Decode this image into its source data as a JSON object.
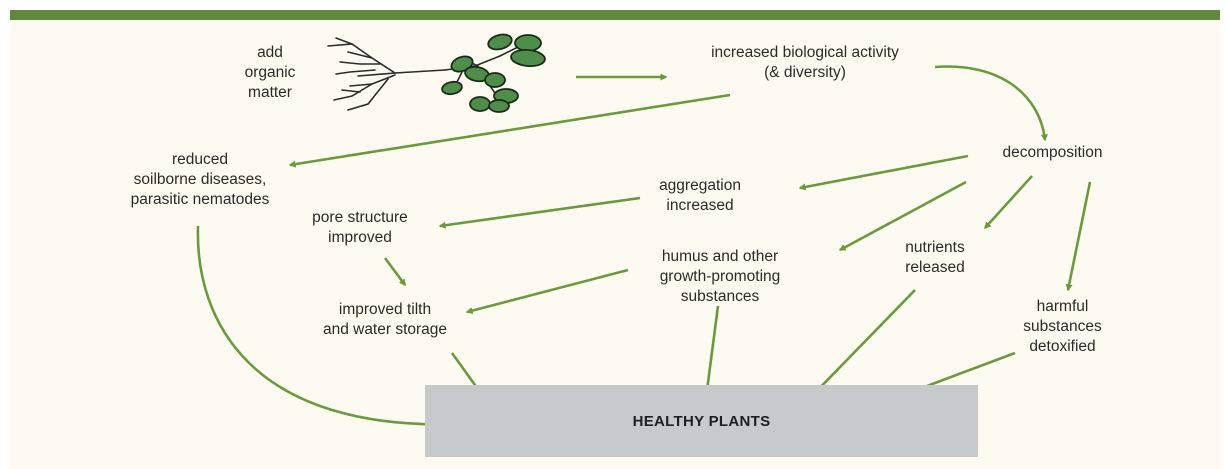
{
  "colors": {
    "arrow": "#6a9a3e",
    "leaf_fill": "#4e8d4a",
    "leaf_stroke": "#1a2a18",
    "root": "#2b2b2b",
    "box": "#c6cacb",
    "bar": "#5f8a3e"
  },
  "icons": {
    "plant": "organic-matter-plant-icon"
  },
  "nodes": {
    "add_organic": "add\norganic\nmatter",
    "increased_activity": "increased biological activity\n(& diversity)",
    "decomposition": "decomposition",
    "reduced_diseases": "reduced\nsoilborne  diseases,\nparasitic nematodes",
    "aggregation": "aggregation\nincreased",
    "pore_structure": "pore structure\nimproved",
    "humus": "humus and other\ngrowth-promoting\nsubstances",
    "nutrients": "nutrients\nreleased",
    "tilth": "improved tilth\nand water storage",
    "harmful": "harmful\nsubstances\ndetoxified",
    "healthy": "HEALTHY PLANTS"
  }
}
